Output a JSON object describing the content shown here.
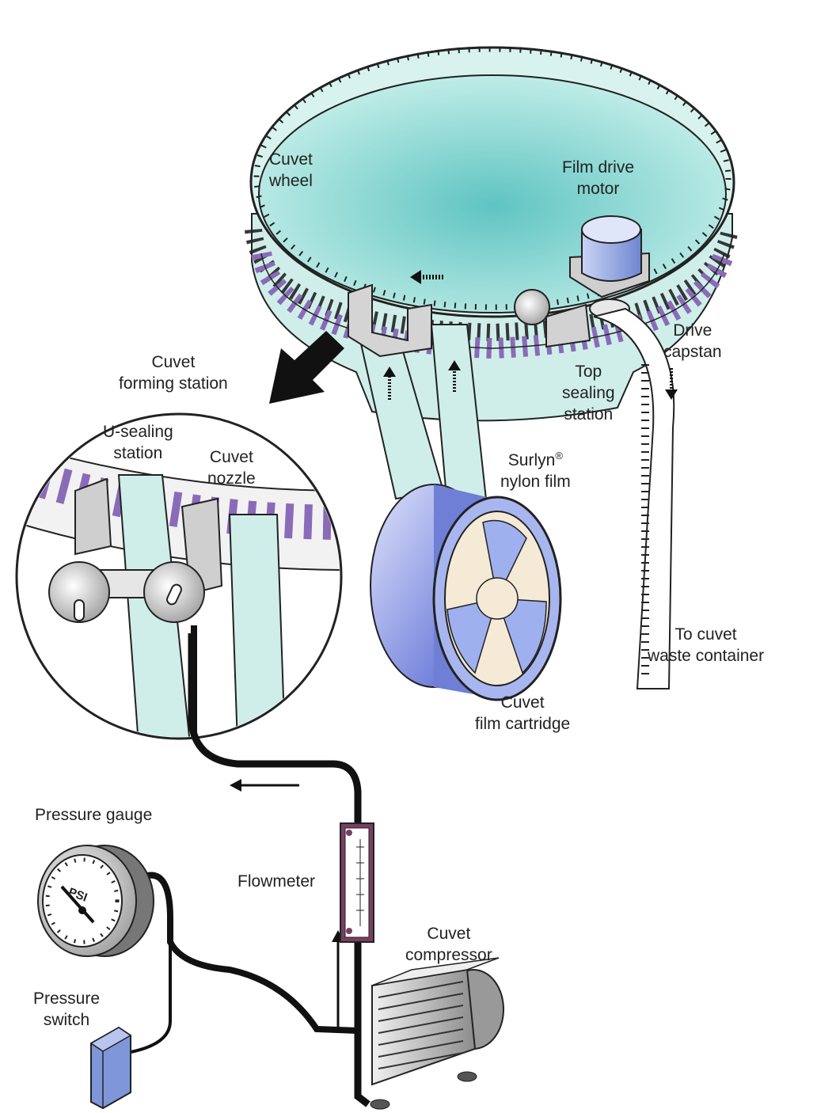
{
  "colors": {
    "wheel_fill": "#a9e6df",
    "wheel_center": "#7fd0cc",
    "cuvet_slot": "#8a6bb8",
    "film": "#cfeee9",
    "cartridge_side": "#6f7fd6",
    "cartridge_face": "#9fb0ee",
    "cartridge_hub": "#f4ead6",
    "motor": "#8fa6e0",
    "gray_metal": "#bdbdbd",
    "switch": "#7f97d9",
    "flowmeter_frame": "#7a3e63",
    "tube": "#111111"
  },
  "icons": {
    "pressure_gauge": "pressure-gauge-icon",
    "compressor": "compressor-icon",
    "flowmeter": "flowmeter-icon",
    "pressure_switch": "pressure-switch-icon",
    "motor": "motor-icon",
    "cartridge": "film-cartridge-icon"
  },
  "labels": {
    "cuvet_wheel": [
      "Cuvet",
      "wheel"
    ],
    "film_drive_motor": [
      "Film drive",
      "motor"
    ],
    "drive_capstan": [
      "Drive",
      "capstan"
    ],
    "cuvet_forming_station": [
      "Cuvet",
      "forming station"
    ],
    "top_sealing_station": [
      "Top",
      "sealing",
      "station"
    ],
    "u_sealing_station": [
      "U-sealing",
      "station"
    ],
    "cuvet_nozzle": [
      "Cuvet",
      "nozzle"
    ],
    "surlyn_line1": "Surlyn",
    "surlyn_reg": "®",
    "surlyn_line2": "nylon film",
    "to_cuvet_waste": [
      "To cuvet",
      "waste container"
    ],
    "cuvet_film_cartridge": [
      "Cuvet",
      "film cartridge"
    ],
    "pressure_gauge": "Pressure gauge",
    "flowmeter": "Flowmeter",
    "cuvet_compressor": [
      "Cuvet",
      "compressor"
    ],
    "pressure_switch": [
      "Pressure",
      "switch"
    ],
    "gauge_face_text": "PSI"
  }
}
